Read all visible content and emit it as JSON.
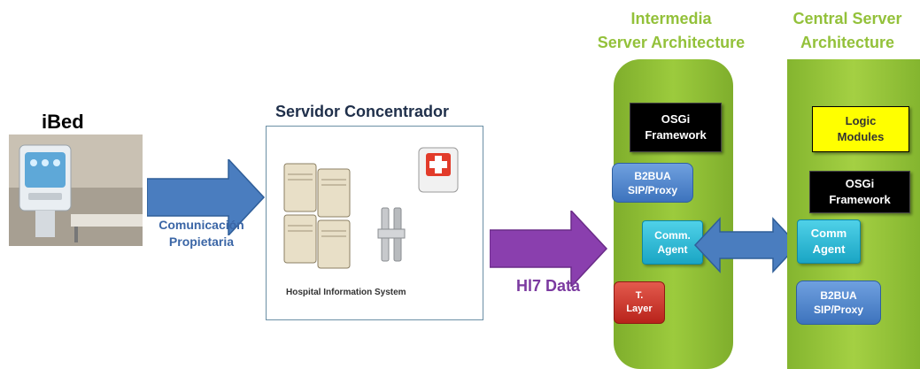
{
  "ibed": {
    "label": "iBed"
  },
  "comm_label": "Comunicación\nPropietaria",
  "servidor": {
    "title": "Servidor Concentrador",
    "caption": "Hospital Information System"
  },
  "hl7_label": "Hl7 Data",
  "intermedia": {
    "title": "Intermedia\nServer Architecture",
    "osgi": "OSGi\nFramework",
    "b2bua": "B2BUA\nSIP/Proxy",
    "comm_agent": "Comm.\nAgent",
    "tlayer": "T.\nLayer"
  },
  "central": {
    "title": "Central Server\nArchitecture",
    "logic": "Logic\nModules",
    "osgi": "OSGi\nFramework",
    "comm_agent": "Comm\nAgent",
    "b2bua": "B2BUA\nSIP/Proxy"
  },
  "colors": {
    "green_title": "#93c13a",
    "arrow_blue": "#4a7dbf",
    "arrow_purple": "#8a3fae",
    "black_box": "#000000",
    "yellow_box": "#ffff00"
  }
}
